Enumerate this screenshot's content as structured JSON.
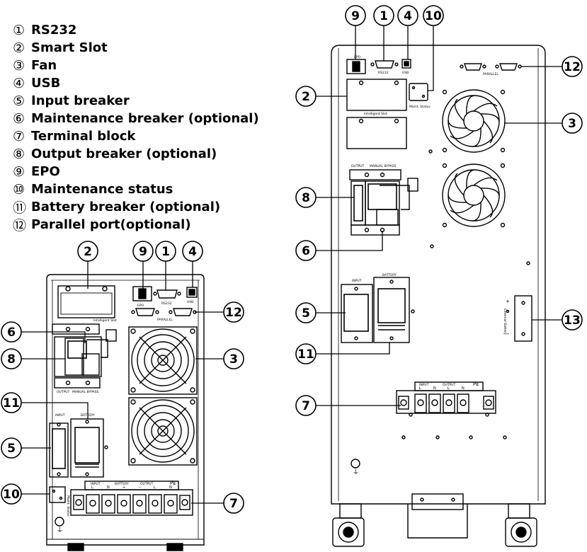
{
  "legend": [
    {
      "marker": "①",
      "label": "RS232"
    },
    {
      "marker": "②",
      "label": "Smart Slot"
    },
    {
      "marker": "③",
      "label": "Fan"
    },
    {
      "marker": "④",
      "label": "USB"
    },
    {
      "marker": "⑤",
      "label": "Input breaker"
    },
    {
      "marker": "⑥",
      "label": "Maintenance breaker (optional)"
    },
    {
      "marker": "⑦",
      "label": "Terminal block"
    },
    {
      "marker": "⑧",
      "label": "Output breaker (optional)"
    },
    {
      "marker": "⑨",
      "label": "EPO"
    },
    {
      "marker": "⑩",
      "label": "Maintenance status"
    },
    {
      "marker": "⑪",
      "label": "Battery breaker (optional)"
    },
    {
      "marker": "⑫",
      "label": "Parallel port(optional)"
    }
  ],
  "small_unit": {
    "callouts": [
      "2",
      "9",
      "1",
      "4",
      "12",
      "6",
      "8",
      "3",
      "11",
      "5",
      "10",
      "7"
    ],
    "panel_labels": {
      "slot": "Intelligent Slot",
      "epo": "EPO",
      "rs232": "RS232",
      "usb": "USB",
      "parallel": "PARALLEL",
      "output": "OUTPUT",
      "manual_bypass": "MANUAL BYPASS",
      "input": "INPUT",
      "battery": "BATTERY",
      "maint_status": "Maint. Status"
    },
    "terminal": {
      "groups": [
        "INPUT",
        "BATTERY",
        "OUTPUT",
        "PE"
      ],
      "pins": [
        "L",
        "N",
        "+",
        "−",
        "L",
        "N"
      ]
    }
  },
  "large_unit": {
    "callouts": [
      "9",
      "1",
      "4",
      "10",
      "2",
      "12",
      "3",
      "8",
      "6",
      "5",
      "13",
      "11",
      "7"
    ],
    "panel_labels": {
      "epo": "EPO",
      "rs232": "RS232",
      "usb": "USB",
      "parallel": "PARALLEL",
      "slot": "Intelligent Slot",
      "maint_status": "Maint. Status",
      "output": "OUTPUT",
      "manual_bypass": "MANUAL BYPASS",
      "input": "INPUT",
      "battery": "BATTERY",
      "ext_battery": "External Battery"
    },
    "terminal": {
      "groups": [
        "INPUT",
        "OUTPUT",
        "PE"
      ],
      "pins": [
        "L",
        "N",
        "L",
        "N"
      ]
    },
    "ext_battery_signs": [
      "+",
      "−"
    ]
  },
  "ground_symbol": "⏚"
}
